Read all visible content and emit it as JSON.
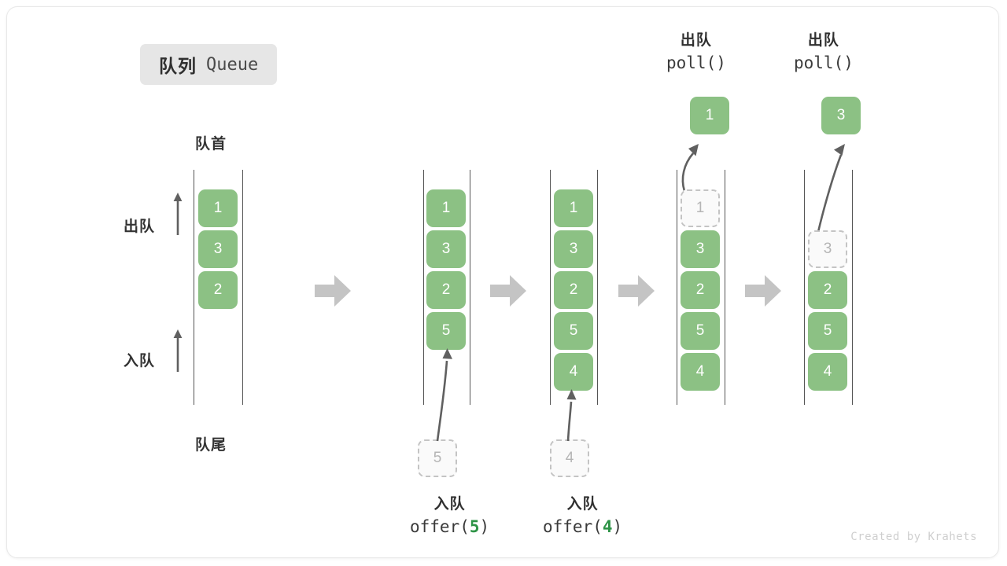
{
  "title": {
    "cn": "队列",
    "en": "Queue"
  },
  "labels": {
    "front": "队首",
    "rear": "队尾",
    "dequeue_side": "出队",
    "enqueue_side": "入队"
  },
  "credit": "Created by Krahets",
  "colors": {
    "element_green": "#8cc184",
    "ghost_fill": "#fafafa",
    "ghost_border": "#c4c4c4",
    "ghost_text": "#b5b5b5",
    "rail": "#555555",
    "arrow_gray": "#c4c4c4",
    "motion_arrow": "#606060",
    "badge_bg": "#e6e6e6",
    "value_green": "#2e9447",
    "credit_gray": "#cfcfcf"
  },
  "columns": [
    {
      "name": "initial-queue",
      "items": [
        "1",
        "3",
        "2"
      ],
      "ghost": null,
      "popped": null,
      "caption": null
    },
    {
      "name": "after-offer-5",
      "items": [
        "1",
        "3",
        "2",
        "5"
      ],
      "ghost": {
        "value": "5",
        "position": "bottom"
      },
      "popped": null,
      "caption": {
        "line1": "入队",
        "op": "offer(",
        "value": "5",
        "close": ")"
      }
    },
    {
      "name": "after-offer-4",
      "items": [
        "1",
        "3",
        "2",
        "5",
        "4"
      ],
      "ghost": {
        "value": "4",
        "position": "bottom"
      },
      "popped": null,
      "caption": {
        "line1": "入队",
        "op": "offer(",
        "value": "4",
        "close": ")"
      }
    },
    {
      "name": "after-poll-1",
      "items": [
        "3",
        "2",
        "5",
        "4"
      ],
      "ghost": {
        "value": "1",
        "position": "top"
      },
      "popped": {
        "value": "1",
        "line1": "出队",
        "op": "poll()"
      },
      "caption": null
    },
    {
      "name": "after-poll-3",
      "items": [
        "2",
        "5",
        "4"
      ],
      "ghost": {
        "value": "3",
        "position": "top"
      },
      "popped": {
        "value": "3",
        "line1": "出队",
        "op": "poll()"
      },
      "caption": null
    }
  ],
  "step_arrows": [
    {
      "name": "step-arrow-1"
    },
    {
      "name": "step-arrow-2"
    },
    {
      "name": "step-arrow-3"
    },
    {
      "name": "step-arrow-4"
    }
  ]
}
